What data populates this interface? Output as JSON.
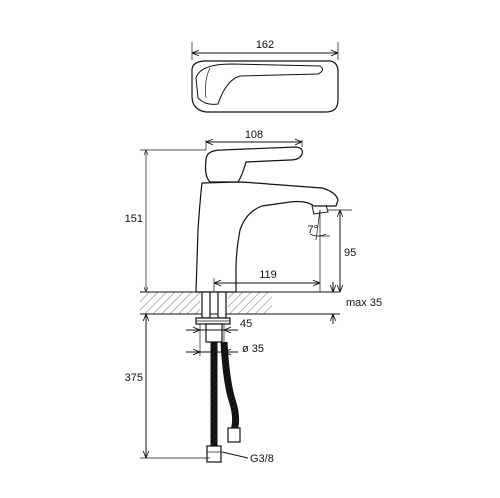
{
  "dimensions": {
    "top_width": "162",
    "lever_width": "108",
    "height_above_deck": "151",
    "spout_reach": "119",
    "spout_height": "95",
    "angle": "7°",
    "deck_thickness": "max 35",
    "shank_offset": "45",
    "hole_diameter": "ø 35",
    "hose_length": "375",
    "thread": "G3/8"
  },
  "colors": {
    "line": "#111111",
    "hatch": "#555555",
    "background": "#ffffff"
  }
}
